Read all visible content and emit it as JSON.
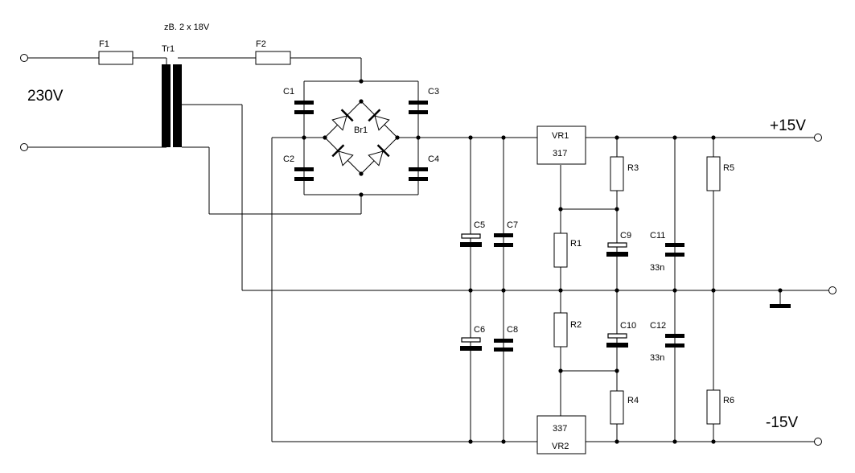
{
  "labels": {
    "transformer_spec": "zB. 2 x 18V",
    "mains_voltage": "230V",
    "out_positive": "+15V",
    "out_negative": "-15V"
  },
  "components": {
    "F1": "F1",
    "F2": "F2",
    "Tr1": "Tr1",
    "Br1": "Br1",
    "C1": "C1",
    "C2": "C2",
    "C3": "C3",
    "C4": "C4",
    "C5": "C5",
    "C6": "C6",
    "C7": "C7",
    "C8": "C8",
    "C9": "C9",
    "C10": "C10",
    "C11": "C11",
    "C12": "C12",
    "R1": "R1",
    "R2": "R2",
    "R3": "R3",
    "R4": "R4",
    "R5": "R5",
    "R6": "R6",
    "VR1": "VR1",
    "VR1_type": "317",
    "VR2": "VR2",
    "VR2_type": "337",
    "C11_value": "33n",
    "C12_value": "33n"
  }
}
